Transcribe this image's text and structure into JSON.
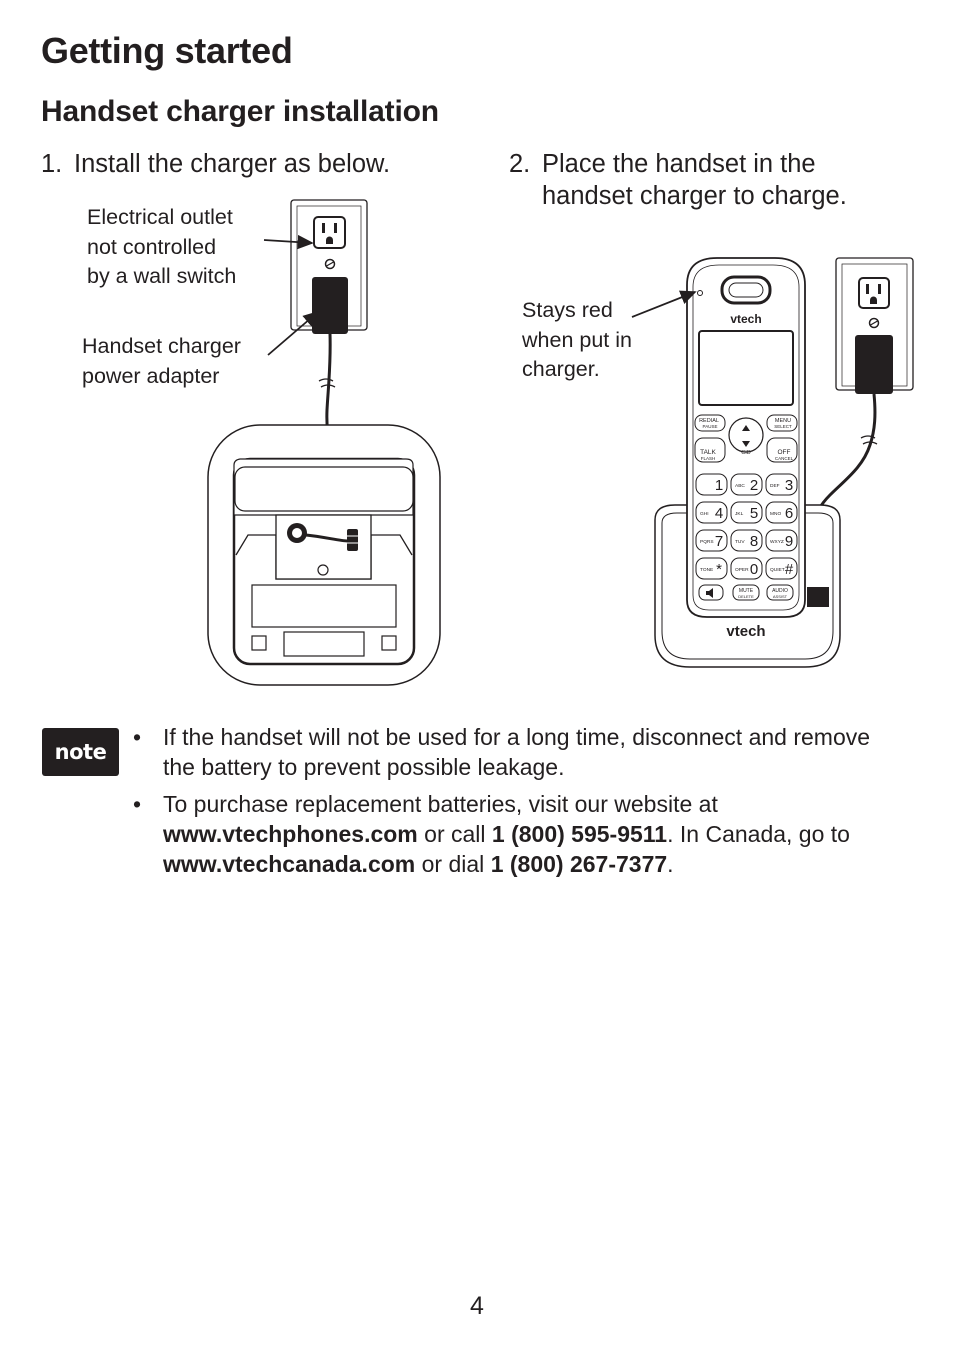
{
  "page": {
    "title": "Getting started",
    "section_title": "Handset charger installation",
    "page_number": "4"
  },
  "steps": [
    {
      "number": "1.",
      "text": "Install the charger as below."
    },
    {
      "number": "2.",
      "lines": [
        "Place the handset in the",
        "handset charger to charge."
      ]
    }
  ],
  "callouts": {
    "outlet": [
      "Electrical outlet",
      "not controlled",
      "by a wall switch"
    ],
    "adapter": [
      "Handset charger",
      "power adapter"
    ],
    "led": [
      "Stays red",
      "when put in",
      "charger."
    ]
  },
  "handset": {
    "brand": "vtech",
    "keys": [
      {
        "label": "1",
        "sub": ""
      },
      {
        "label": "2",
        "sub": "ABC"
      },
      {
        "label": "3",
        "sub": "DEF"
      },
      {
        "label": "4",
        "sub": "GHI"
      },
      {
        "label": "5",
        "sub": "JKL"
      },
      {
        "label": "6",
        "sub": "MNO"
      },
      {
        "label": "7",
        "sub": "PQRS"
      },
      {
        "label": "8",
        "sub": "TUV"
      },
      {
        "label": "9",
        "sub": "WXYZ"
      },
      {
        "label": "*",
        "sub": "TONE"
      },
      {
        "label": "0",
        "sub": "OPER"
      },
      {
        "label": "#",
        "sub": "QUIET"
      }
    ],
    "softkeys": {
      "redial": "REDIAL",
      "pause": "PAUSE",
      "menu": "MENU",
      "select": "SELECT",
      "talk": "TALK",
      "flash": "FLASH",
      "off": "OFF",
      "cancel": "CANCEL",
      "cid": "CID",
      "mute": "MUTE",
      "delete": "DELETE",
      "audio": "AUDIO",
      "assist": "ASSIST"
    }
  },
  "note": {
    "badge": "note",
    "bullet_char": "•",
    "items": [
      {
        "parts": [
          {
            "text": "If the handset will not be used for a long time, disconnect and remove the battery to prevent possible leakage.",
            "bold": false
          }
        ]
      },
      {
        "parts": [
          {
            "text": "To purchase replacement batteries, visit our website at ",
            "bold": false
          },
          {
            "text": "www.vtechphones.com",
            "bold": true
          },
          {
            "text": " or call ",
            "bold": false
          },
          {
            "text": "1 (800) 595-9511",
            "bold": true
          },
          {
            "text": ". In Canada, go to ",
            "bold": false
          },
          {
            "text": "www.vtechcanada.com",
            "bold": true
          },
          {
            "text": " or dial ",
            "bold": false
          },
          {
            "text": "1 (800) 267-7377",
            "bold": true
          },
          {
            "text": ".",
            "bold": false
          }
        ]
      }
    ]
  }
}
